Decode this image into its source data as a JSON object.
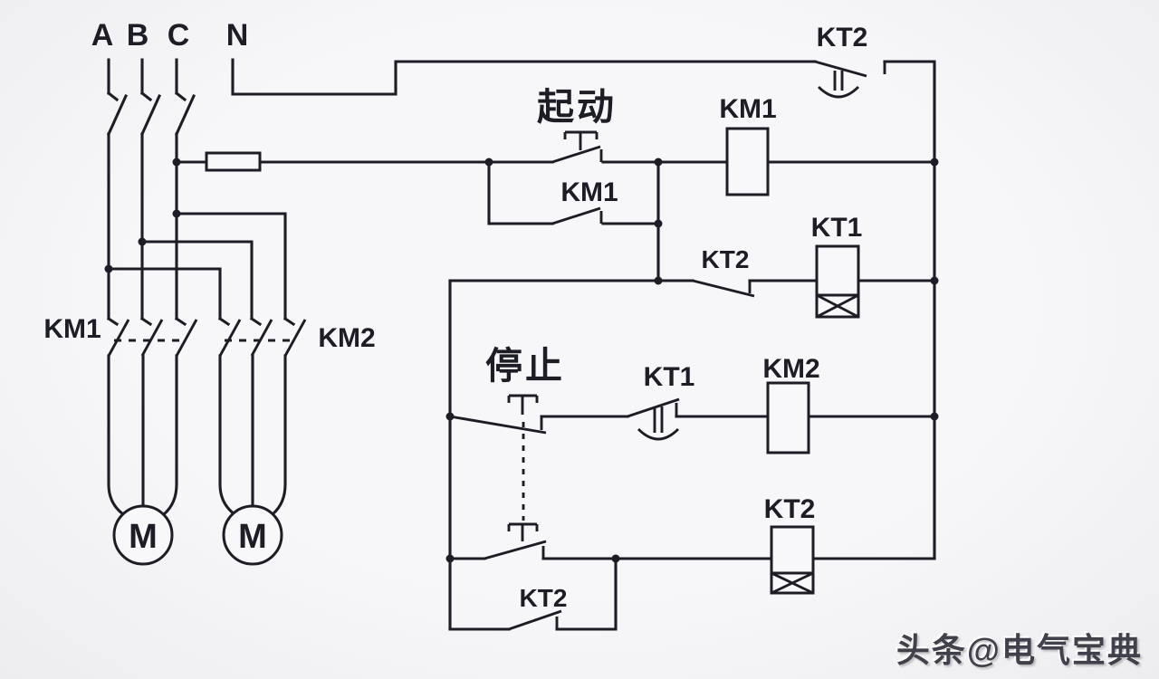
{
  "diagram": {
    "supply": {
      "phase_a": "A",
      "phase_b": "B",
      "phase_c": "C",
      "neutral": "N"
    },
    "power": {
      "km1_main": "KM1",
      "km2_main": "KM2",
      "motor1": "M",
      "motor2": "M"
    },
    "control": {
      "start_button": "起动",
      "stop_button": "停止",
      "km1_aux": "KM1",
      "km1_coil": "KM1",
      "kt2_top_contact": "KT2",
      "kt2_nc_contact": "KT2",
      "kt1_coil": "KT1",
      "kt1_delay_contact": "KT1",
      "km2_coil": "KM2",
      "kt2_coil": "KT2",
      "kt2_selfhold": "KT2"
    },
    "watermark": "头条@电气宝典",
    "colors": {
      "line": "#1d1d26",
      "background": "#f3f3f5",
      "watermark": "#41414b"
    }
  }
}
